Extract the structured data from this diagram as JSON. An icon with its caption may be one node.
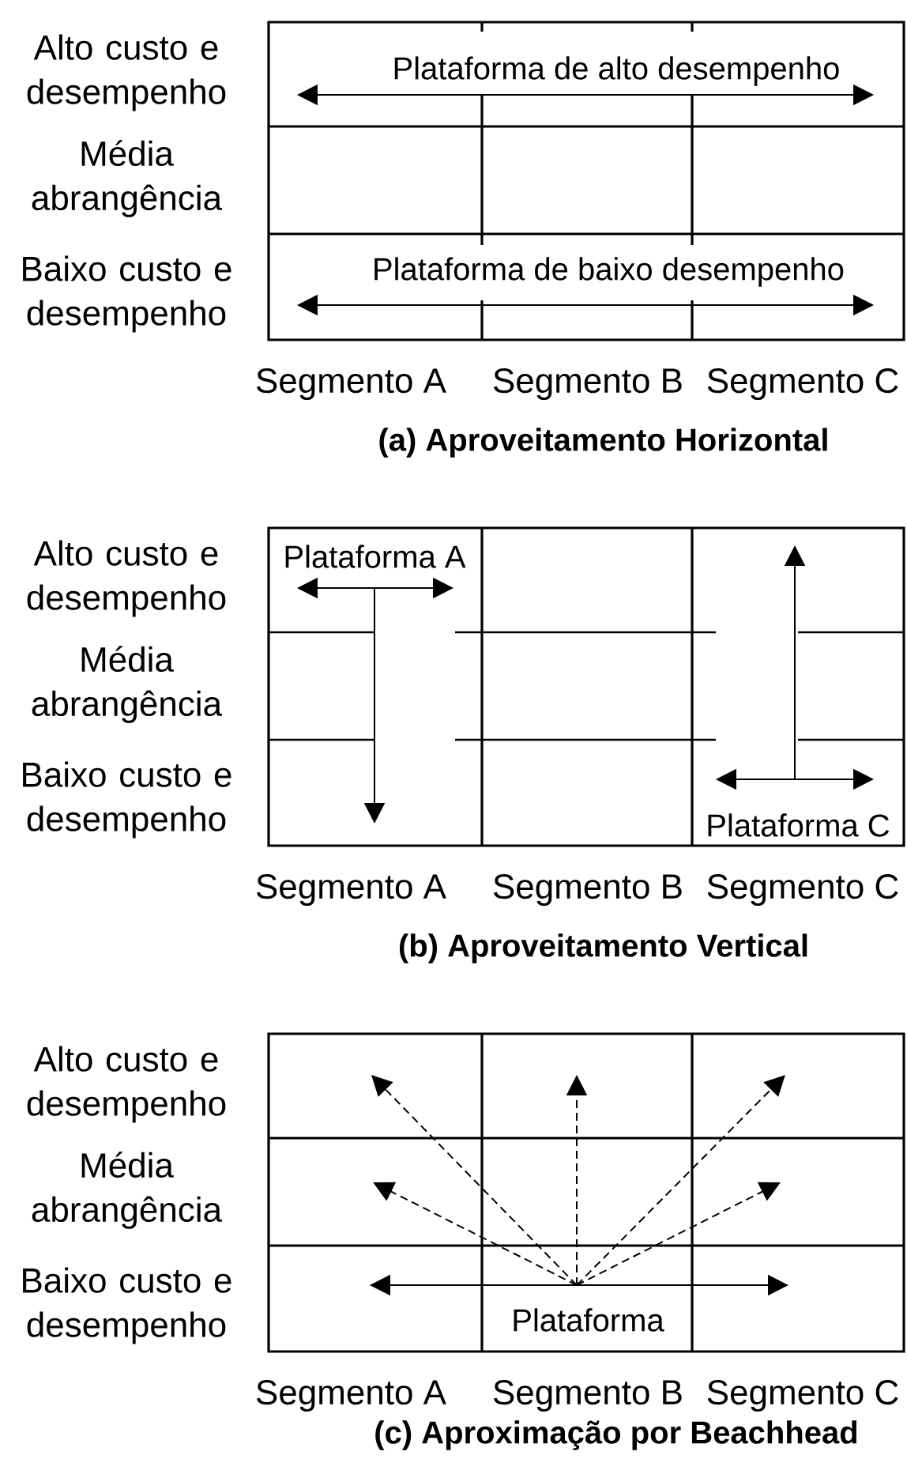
{
  "diagram": {
    "labels": [
      "Alto custo e desempenho",
      "Média abrangência",
      "Baixo custo e desempenho",
      "Plataforma de alto desempenho",
      "Plataforma de baixo desempenho",
      "Segmento A",
      "Segmento B",
      "Segmento C",
      "(a) Aproveitamento Horizontal",
      "Alto custo e desempenho",
      "Média abrangência",
      "Baixo custo e desempenho",
      "Plataforma A",
      "Plataforma C",
      "Segmento A",
      "Segmento B",
      "Segmento C",
      "(b) Aproveitamento Vertical",
      "Alto custo e desempenho",
      "Média abrangência",
      "Baixo custo e desempenho",
      "Plataforma",
      "Segmento A",
      "Segmento B",
      "Segmento C",
      "(c) Aproximação por Beachhead"
    ]
  }
}
